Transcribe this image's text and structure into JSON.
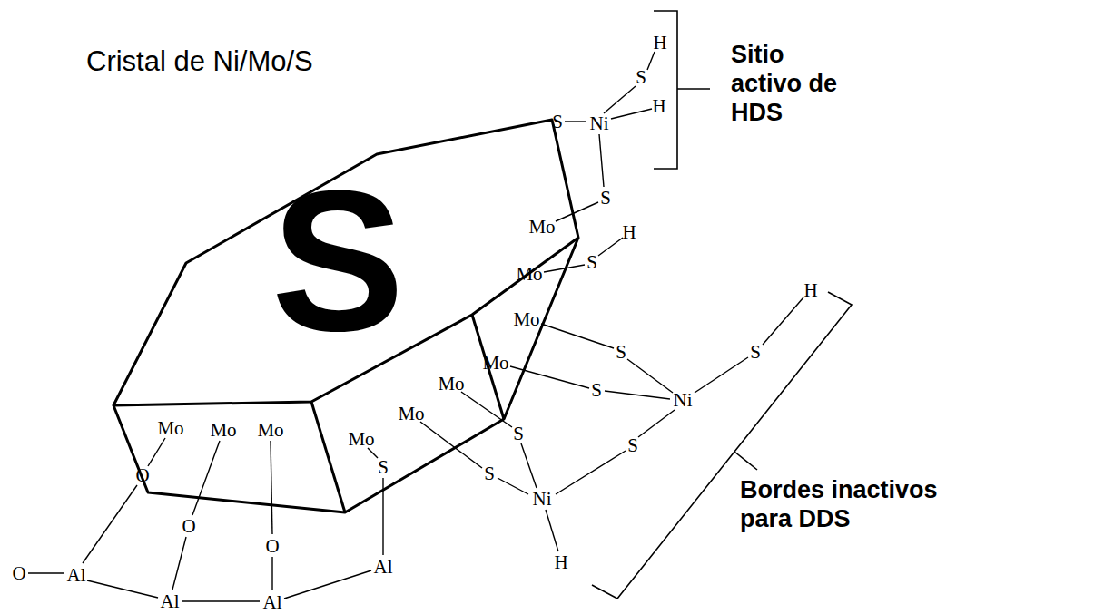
{
  "diagram": {
    "labels": [
      "Cristal de Ni/Mo/S",
      "S",
      "Sitio activo de HDS",
      "H",
      "S",
      "S",
      "Ni",
      "H",
      "S",
      "Mo",
      "H",
      "S",
      "Mo",
      "Mo",
      "H",
      "S",
      "Mo",
      "S",
      "S",
      "Mo",
      "Ni",
      "Mo",
      "S",
      "Mo",
      "S",
      "S",
      "Ni",
      "S",
      "Mo",
      "Mo",
      "Mo",
      "O",
      "O",
      "O",
      "O",
      "Al",
      "Al",
      "Al",
      "Al",
      "H",
      "Bordes inactivos para DDS"
    ]
  }
}
